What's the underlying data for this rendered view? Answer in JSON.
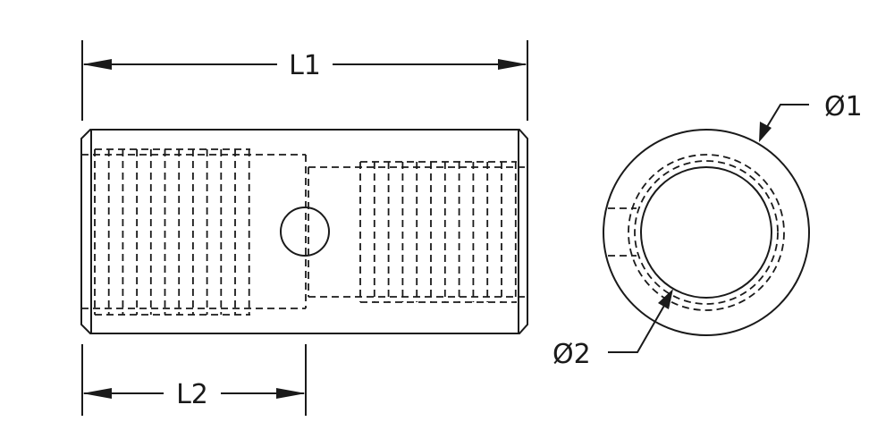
{
  "dimensions": {
    "overall_length": "L1",
    "partial_length": "L2",
    "outer_diameter": "Ø1",
    "inner_diameter": "Ø2"
  },
  "colors": {
    "line": "#1a1a1a",
    "background": "#ffffff"
  }
}
